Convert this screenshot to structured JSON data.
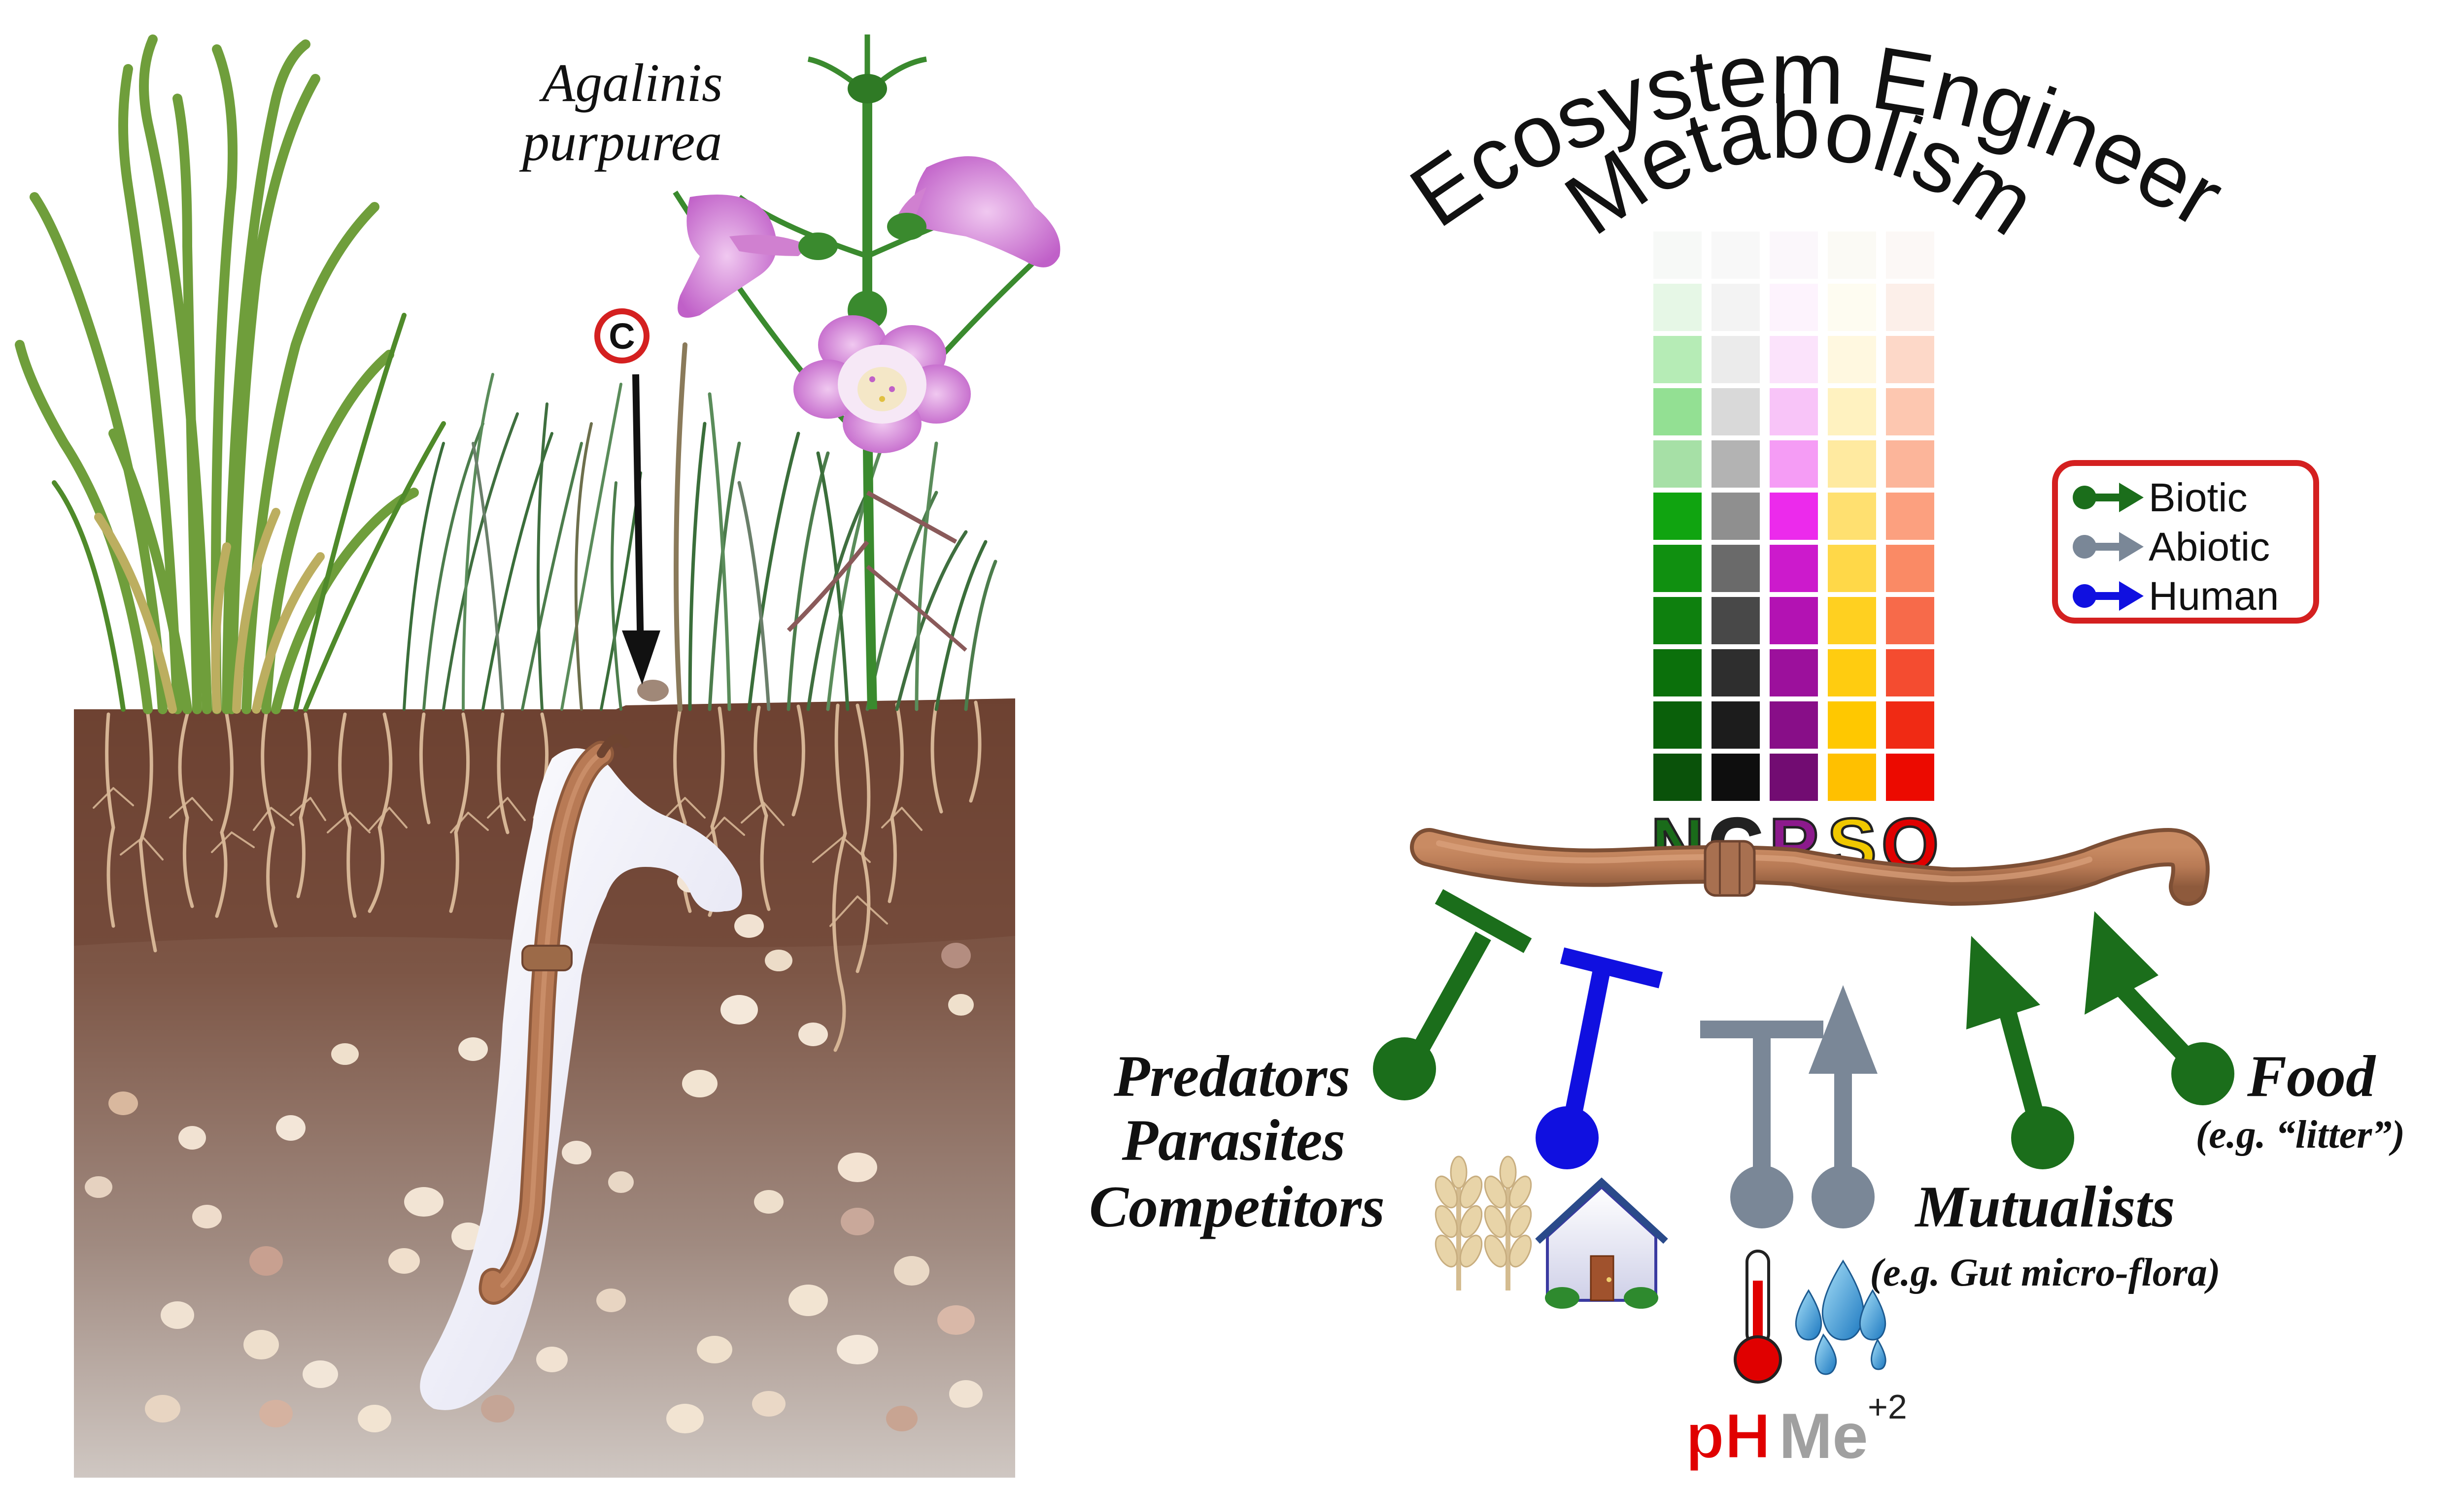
{
  "title": {
    "line1": "Ecosystem Engineer",
    "line2": "Metabolism"
  },
  "plant": {
    "name_line1": "Agalinis",
    "name_line2": "purpurea"
  },
  "carbon_marker": "C",
  "legend": {
    "items": [
      {
        "label": "Biotic",
        "color": "#1b6e1b"
      },
      {
        "label": "Abiotic",
        "color": "#7a8797"
      },
      {
        "label": "Human",
        "color": "#1010e0"
      }
    ],
    "border_color": "#d42020"
  },
  "elements": [
    {
      "symbol": "N",
      "color": "#1a6b1a",
      "swatches": [
        "#f7f9f7",
        "#e6f7e6",
        "#b6ecb6",
        "#93e093",
        "#a6e0a6",
        "#10a410",
        "#109010",
        "#0e800e",
        "#0b700b",
        "#0a600a",
        "#0a520a"
      ]
    },
    {
      "symbol": "C",
      "color": "#222222",
      "swatches": [
        "#f8f8f8",
        "#f3f3f3",
        "#ebebeb",
        "#d9d9d9",
        "#b3b3b3",
        "#8f8f8f",
        "#6a6a6a",
        "#484848",
        "#2e2e2e",
        "#1c1c1c",
        "#0e0e0e"
      ]
    },
    {
      "symbol": "P",
      "color": "#8c1a8c",
      "swatches": [
        "#fbf7fb",
        "#fdf3fd",
        "#fbe3fb",
        "#f8c4f8",
        "#f59cf5",
        "#ec2aec",
        "#cc1acc",
        "#b312b3",
        "#9c109c",
        "#880e88",
        "#720c72"
      ]
    },
    {
      "symbol": "S",
      "color": "#f0c800",
      "swatches": [
        "#fbfaf5",
        "#fefcf1",
        "#fff8e0",
        "#fff2c0",
        "#ffeaa0",
        "#ffe070",
        "#ffd848",
        "#ffd020",
        "#ffcc10",
        "#ffc800",
        "#ffc000"
      ]
    },
    {
      "symbol": "O",
      "color": "#e00000",
      "swatches": [
        "#fcf8f6",
        "#fcefe9",
        "#fdd8c8",
        "#fdc7b0",
        "#fcb59a",
        "#fca07f",
        "#fa8a65",
        "#f76a4a",
        "#f44c30",
        "#f02a14",
        "#ec0a00"
      ]
    }
  ],
  "factors": {
    "negative_biotic": [
      "Predators",
      "Parasites",
      "Competitors"
    ],
    "food": {
      "label": "Food",
      "example": "(e.g. “litter”)"
    },
    "mutualists": {
      "label": "Mutualists",
      "example_prefix": "(e.g. Gut ",
      "example_italic": "micro-flora",
      "example_suffix": ")"
    },
    "ph": "pH",
    "metal": "Me",
    "metal_charge": "+2"
  },
  "icons": [
    "wheat-icon",
    "house-icon",
    "thermometer-icon",
    "water-drops-icon",
    "earthworm-icon",
    "grass-icon",
    "flower-icon",
    "soil-icon"
  ]
}
